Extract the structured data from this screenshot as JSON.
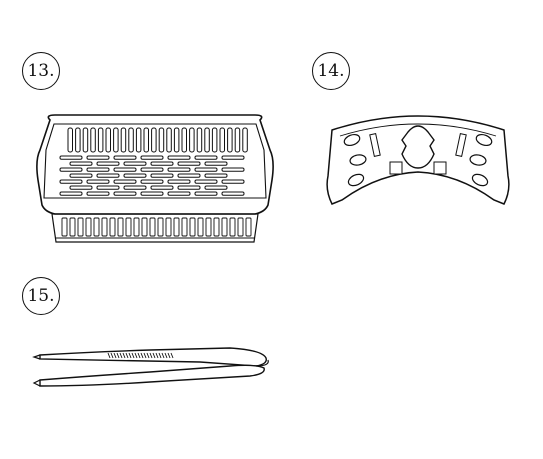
{
  "parts": [
    {
      "number": "13.",
      "item": "basket"
    },
    {
      "number": "14.",
      "item": "bracket"
    },
    {
      "number": "15.",
      "item": "tweezers"
    }
  ]
}
